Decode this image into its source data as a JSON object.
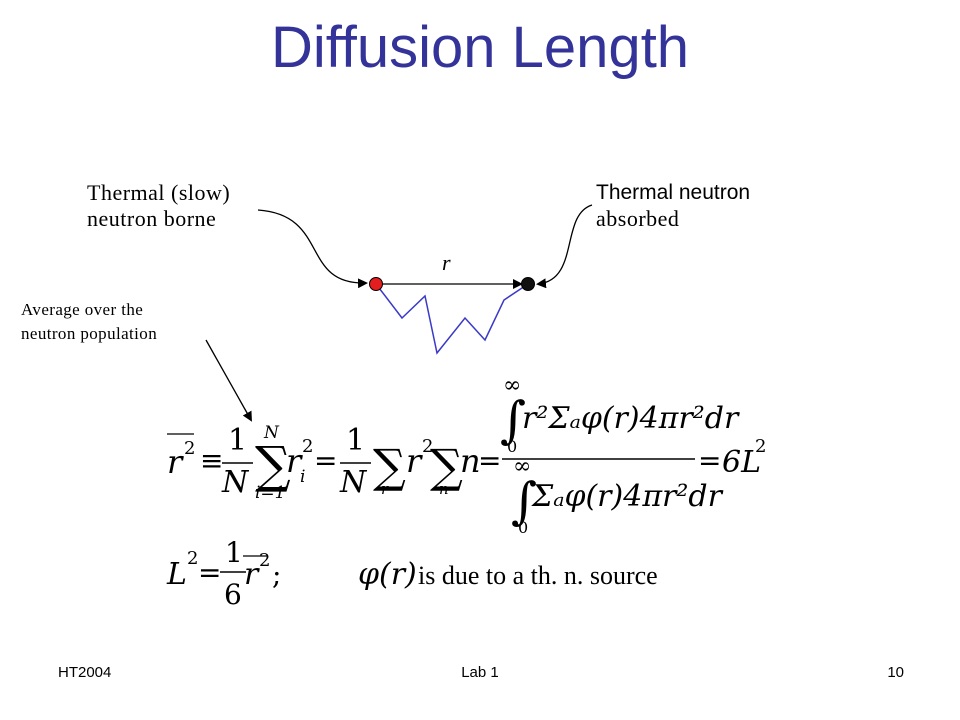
{
  "slide": {
    "title": "Diffusion Length",
    "footer_left": "HT2004",
    "footer_center": "Lab 1",
    "footer_right": "10"
  },
  "diagram": {
    "born_label_line1": "Thermal (slow)",
    "born_label_line2": "neutron borne",
    "absorbed_label_line1": "Thermal neutron",
    "absorbed_label_line2": "absorbed",
    "distance_label": "r",
    "average_label_line1": "Average over the",
    "average_label_line2": "neutron population",
    "colors": {
      "start_point": "#e41e1e",
      "end_point": "#111111",
      "path": "#3a3ac8",
      "title": "#333399"
    }
  },
  "equation1": {
    "lhs_r": "r",
    "sup_2": "2",
    "equiv": "≡",
    "one": "1",
    "N": "N",
    "sum": "∑",
    "sum_upper": "N",
    "sum_lower": "i=1",
    "r_i": "r",
    "sub_i": "i",
    "equals": "=",
    "sub_r": "r",
    "sub_n": "n",
    "n": "n",
    "infinity": "∞",
    "zero": "0",
    "integral": "∫",
    "numerator": "r²Σₐφ(r)4πr²dr",
    "denominator": "Σₐφ(r)4πr²dr",
    "result": "6L"
  },
  "equation2": {
    "lhs": "L",
    "equals": "=",
    "one": "1",
    "six": "6",
    "r": "r",
    "semicolon": ";",
    "phi_of_r": "φ(r)",
    "statement": "is due to a th. n. source"
  }
}
